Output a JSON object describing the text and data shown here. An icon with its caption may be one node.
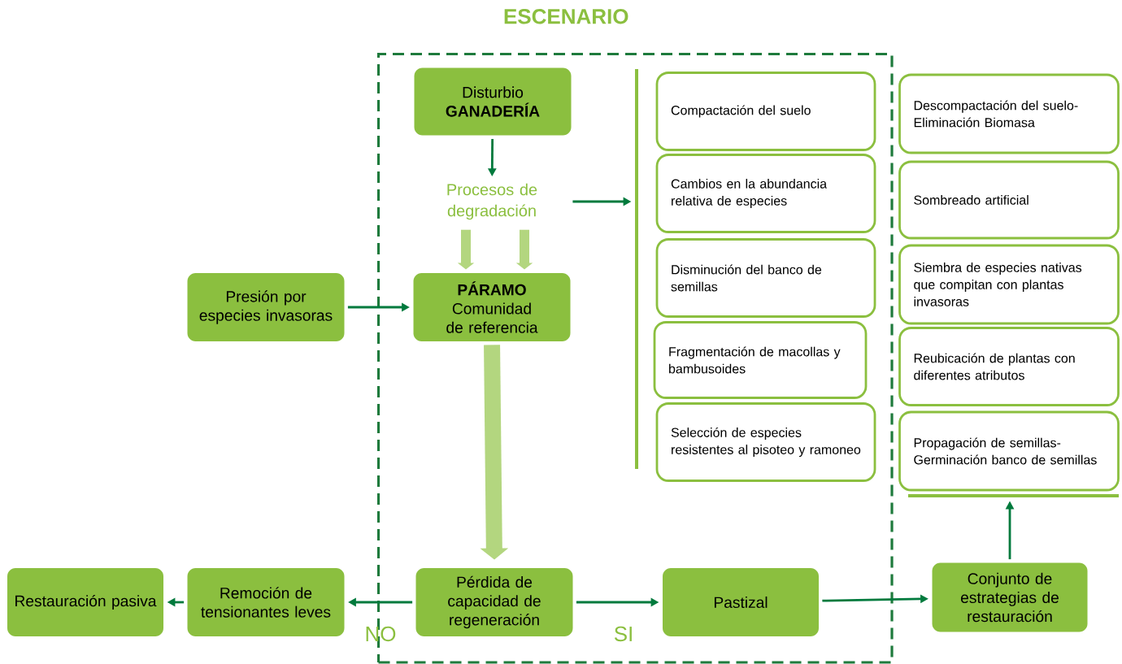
{
  "diagram": {
    "nodes": [
      {
        "text": [
          "ESCENARIO"
        ]
      },
      {
        "text": [
          "Disturbio",
          "GANADERÍA"
        ],
        "in": 0
      },
      {
        "text": [
          "Procesos de degradación"
        ],
        "in": 0
      },
      {
        "text": [
          "PÁRAMO",
          "Comunidad de referencia"
        ],
        "in": 0
      },
      {
        "text": [
          "Presión por especies invasoras"
        ]
      },
      {
        "text": [
          "Pérdida de capacidad de regeneración"
        ],
        "in": 0
      },
      {
        "text": [
          "Remoción de tensionantes leves"
        ]
      },
      {
        "text": [
          "Restauración pasiva"
        ]
      },
      {
        "text": [
          "Pastizal"
        ],
        "in": 0
      },
      {
        "text": [
          "Conjunto de estrategias de restauración"
        ]
      },
      {
        "text": [],
        "shape": "bar",
        "in": 0
      },
      {
        "text": [
          "Compactación del suelo"
        ],
        "in": 0
      },
      {
        "text": [
          "Cambios en la abundancia relativa de especies"
        ],
        "in": 0
      },
      {
        "text": [
          "Disminución del banco de semillas"
        ],
        "in": 0
      },
      {
        "text": [
          "Fragmentación de macollas y bambusoides"
        ],
        "in": 0
      },
      {
        "text": [
          "Selección de especies resistentes al pisoteo y ramoneo"
        ],
        "in": 0
      },
      {
        "text": [
          "Descompactación del suelo- Eliminación Biomasa"
        ]
      },
      {
        "text": [
          "Sombreado artificial"
        ]
      },
      {
        "text": [
          "Siembra de especies nativas que compitan con plantas invasoras"
        ]
      },
      {
        "text": [
          "Reubicación de plantas con diferentes atributos"
        ]
      },
      {
        "text": [
          "Propagación de semillas- Germinación banco de semillas"
        ]
      },
      {
        "text": [],
        "shape": "bar"
      }
    ],
    "edges": [
      {
        "from": 1,
        "to": 2,
        "arrow": "to"
      },
      {
        "from": 2,
        "to": 10,
        "arrow": "to"
      },
      {
        "from": 2,
        "to": 3,
        "arrow": "to",
        "style": "thick",
        "color": "#b3d67f"
      },
      {
        "from": 2,
        "to": 3,
        "arrow": "to",
        "style": "thick",
        "color": "#b3d67f"
      },
      {
        "from": 4,
        "to": 3,
        "arrow": "to"
      },
      {
        "from": 3,
        "to": 5,
        "arrow": "to",
        "style": "thick",
        "color": "#b3d67f"
      },
      {
        "from": 5,
        "to": 6,
        "arrow": "to",
        "label": "NO"
      },
      {
        "from": 6,
        "to": 7,
        "arrow": "to"
      },
      {
        "from": 5,
        "to": 8,
        "arrow": "to",
        "label": "SI"
      },
      {
        "from": 8,
        "to": 9,
        "arrow": "to"
      },
      {
        "from": 9,
        "to": 21,
        "arrow": "to"
      }
    ]
  }
}
